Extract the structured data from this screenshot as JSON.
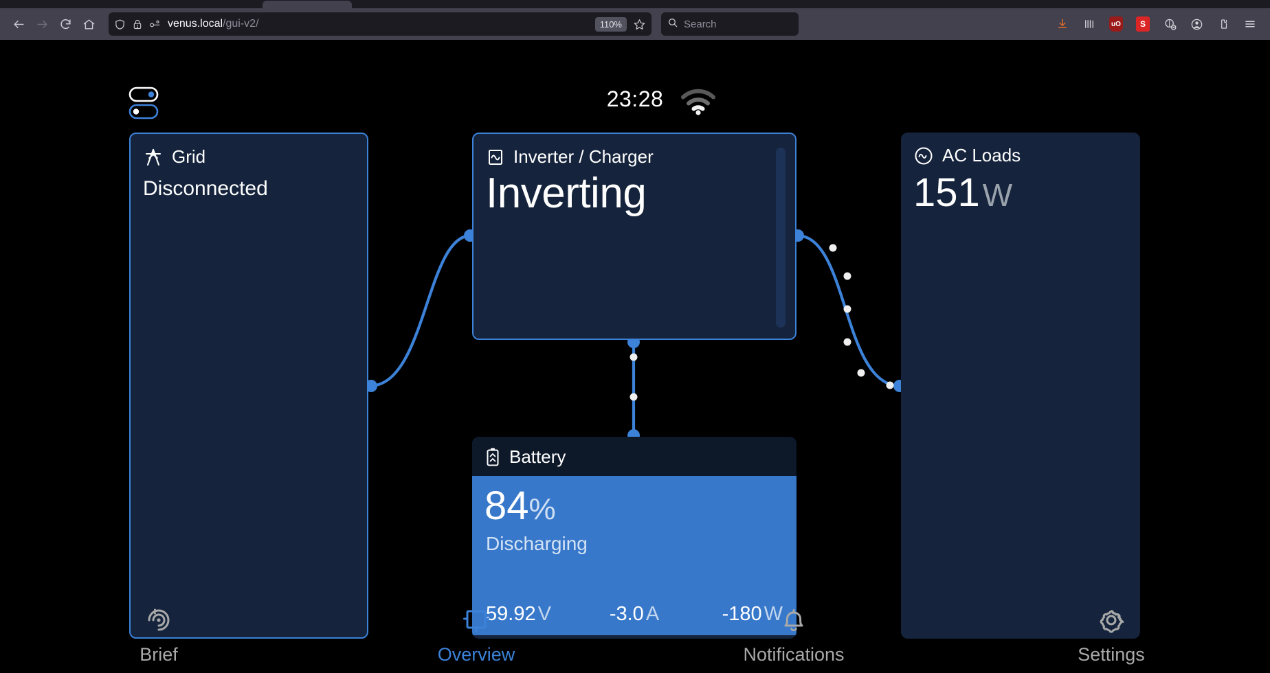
{
  "browser": {
    "back_label": "Back",
    "forward_label": "Forward",
    "reload_label": "Reload",
    "home_label": "Home",
    "shield_icon": "shield-icon",
    "permission_icon": "lock-warning-icon",
    "tracking_icon": "tracking-protection-icon",
    "url_host": "venus.local",
    "url_path": "/gui-v2/",
    "zoom_level": "110%",
    "bookmark_icon": "star-icon",
    "search_placeholder": "Search",
    "search_icon": "search-icon",
    "toolbar_icons": [
      {
        "name": "downloads-icon",
        "label": ""
      },
      {
        "name": "library-icon",
        "label": ""
      },
      {
        "name": "ublock-origin-icon",
        "label": "uO"
      },
      {
        "name": "extension-s-icon",
        "label": "S"
      },
      {
        "name": "extension-blocked-icon",
        "label": ""
      },
      {
        "name": "account-icon",
        "label": ""
      },
      {
        "name": "extensions-icon",
        "label": ""
      },
      {
        "name": "app-menu-icon",
        "label": ""
      }
    ]
  },
  "statusbar": {
    "menu_icon": "toggles-menu-icon",
    "time": "23:28",
    "wifi_icon": "wifi-icon"
  },
  "cards": {
    "grid": {
      "icon": "grid-tower-icon",
      "title": "Grid",
      "status": "Disconnected"
    },
    "inverter": {
      "icon": "inverter-icon",
      "title": "Inverter / Charger",
      "state": "Inverting"
    },
    "acloads": {
      "icon": "ac-loads-icon",
      "title": "AC Loads",
      "value": "151",
      "unit": "W"
    },
    "battery": {
      "icon": "battery-icon",
      "title": "Battery",
      "soc": "84",
      "soc_unit": "%",
      "state": "Discharging",
      "stats": [
        {
          "value": "59.92",
          "unit": "V"
        },
        {
          "value": "-3.0",
          "unit": "A"
        },
        {
          "value": "-180",
          "unit": "W"
        }
      ]
    }
  },
  "bottom_nav": [
    {
      "icon": "brief-spiral-icon",
      "label": "Brief",
      "active": false
    },
    {
      "icon": "overview-box-icon",
      "label": "Overview",
      "active": true
    },
    {
      "icon": "bell-icon",
      "label": "Notifications",
      "active": false
    },
    {
      "icon": "gear-icon",
      "label": "Settings",
      "active": false
    }
  ],
  "colors": {
    "accent": "#3c82d8",
    "card_bg": "#15243c",
    "battery_fill": "#3878ca",
    "page_bg": "#000000"
  }
}
